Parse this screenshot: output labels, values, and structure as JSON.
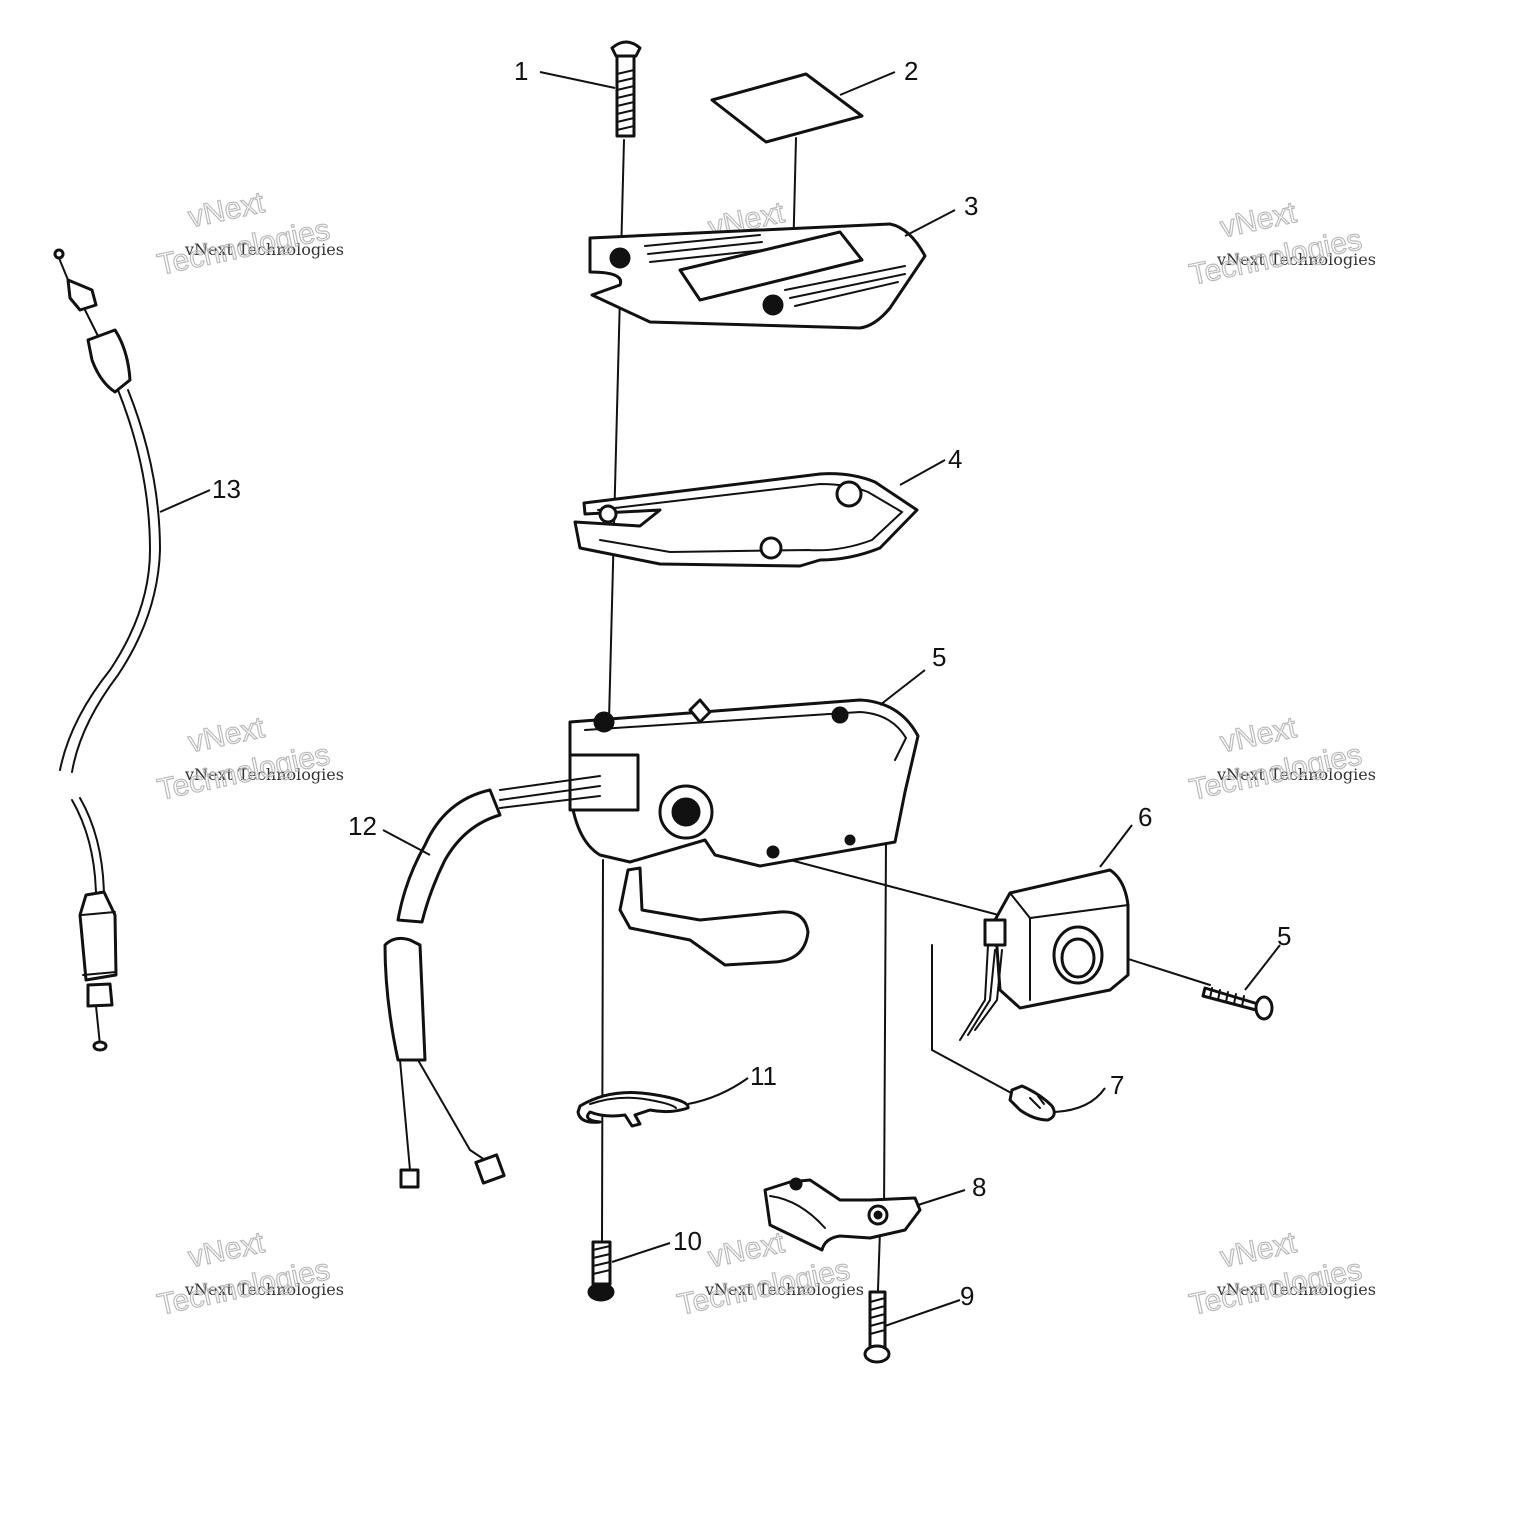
{
  "diagram": {
    "type": "exploded-parts-view",
    "callouts": [
      "1",
      "2",
      "3",
      "4",
      "5",
      "6",
      "5",
      "7",
      "8",
      "9",
      "10",
      "11",
      "12",
      "13"
    ],
    "watermark": {
      "line1": "vNext",
      "line2": "vNext Technologies",
      "line3": "Technologies"
    },
    "colors": {
      "ink": "#111111",
      "watermark": "#bbbbbb",
      "background": "#ffffff"
    }
  }
}
